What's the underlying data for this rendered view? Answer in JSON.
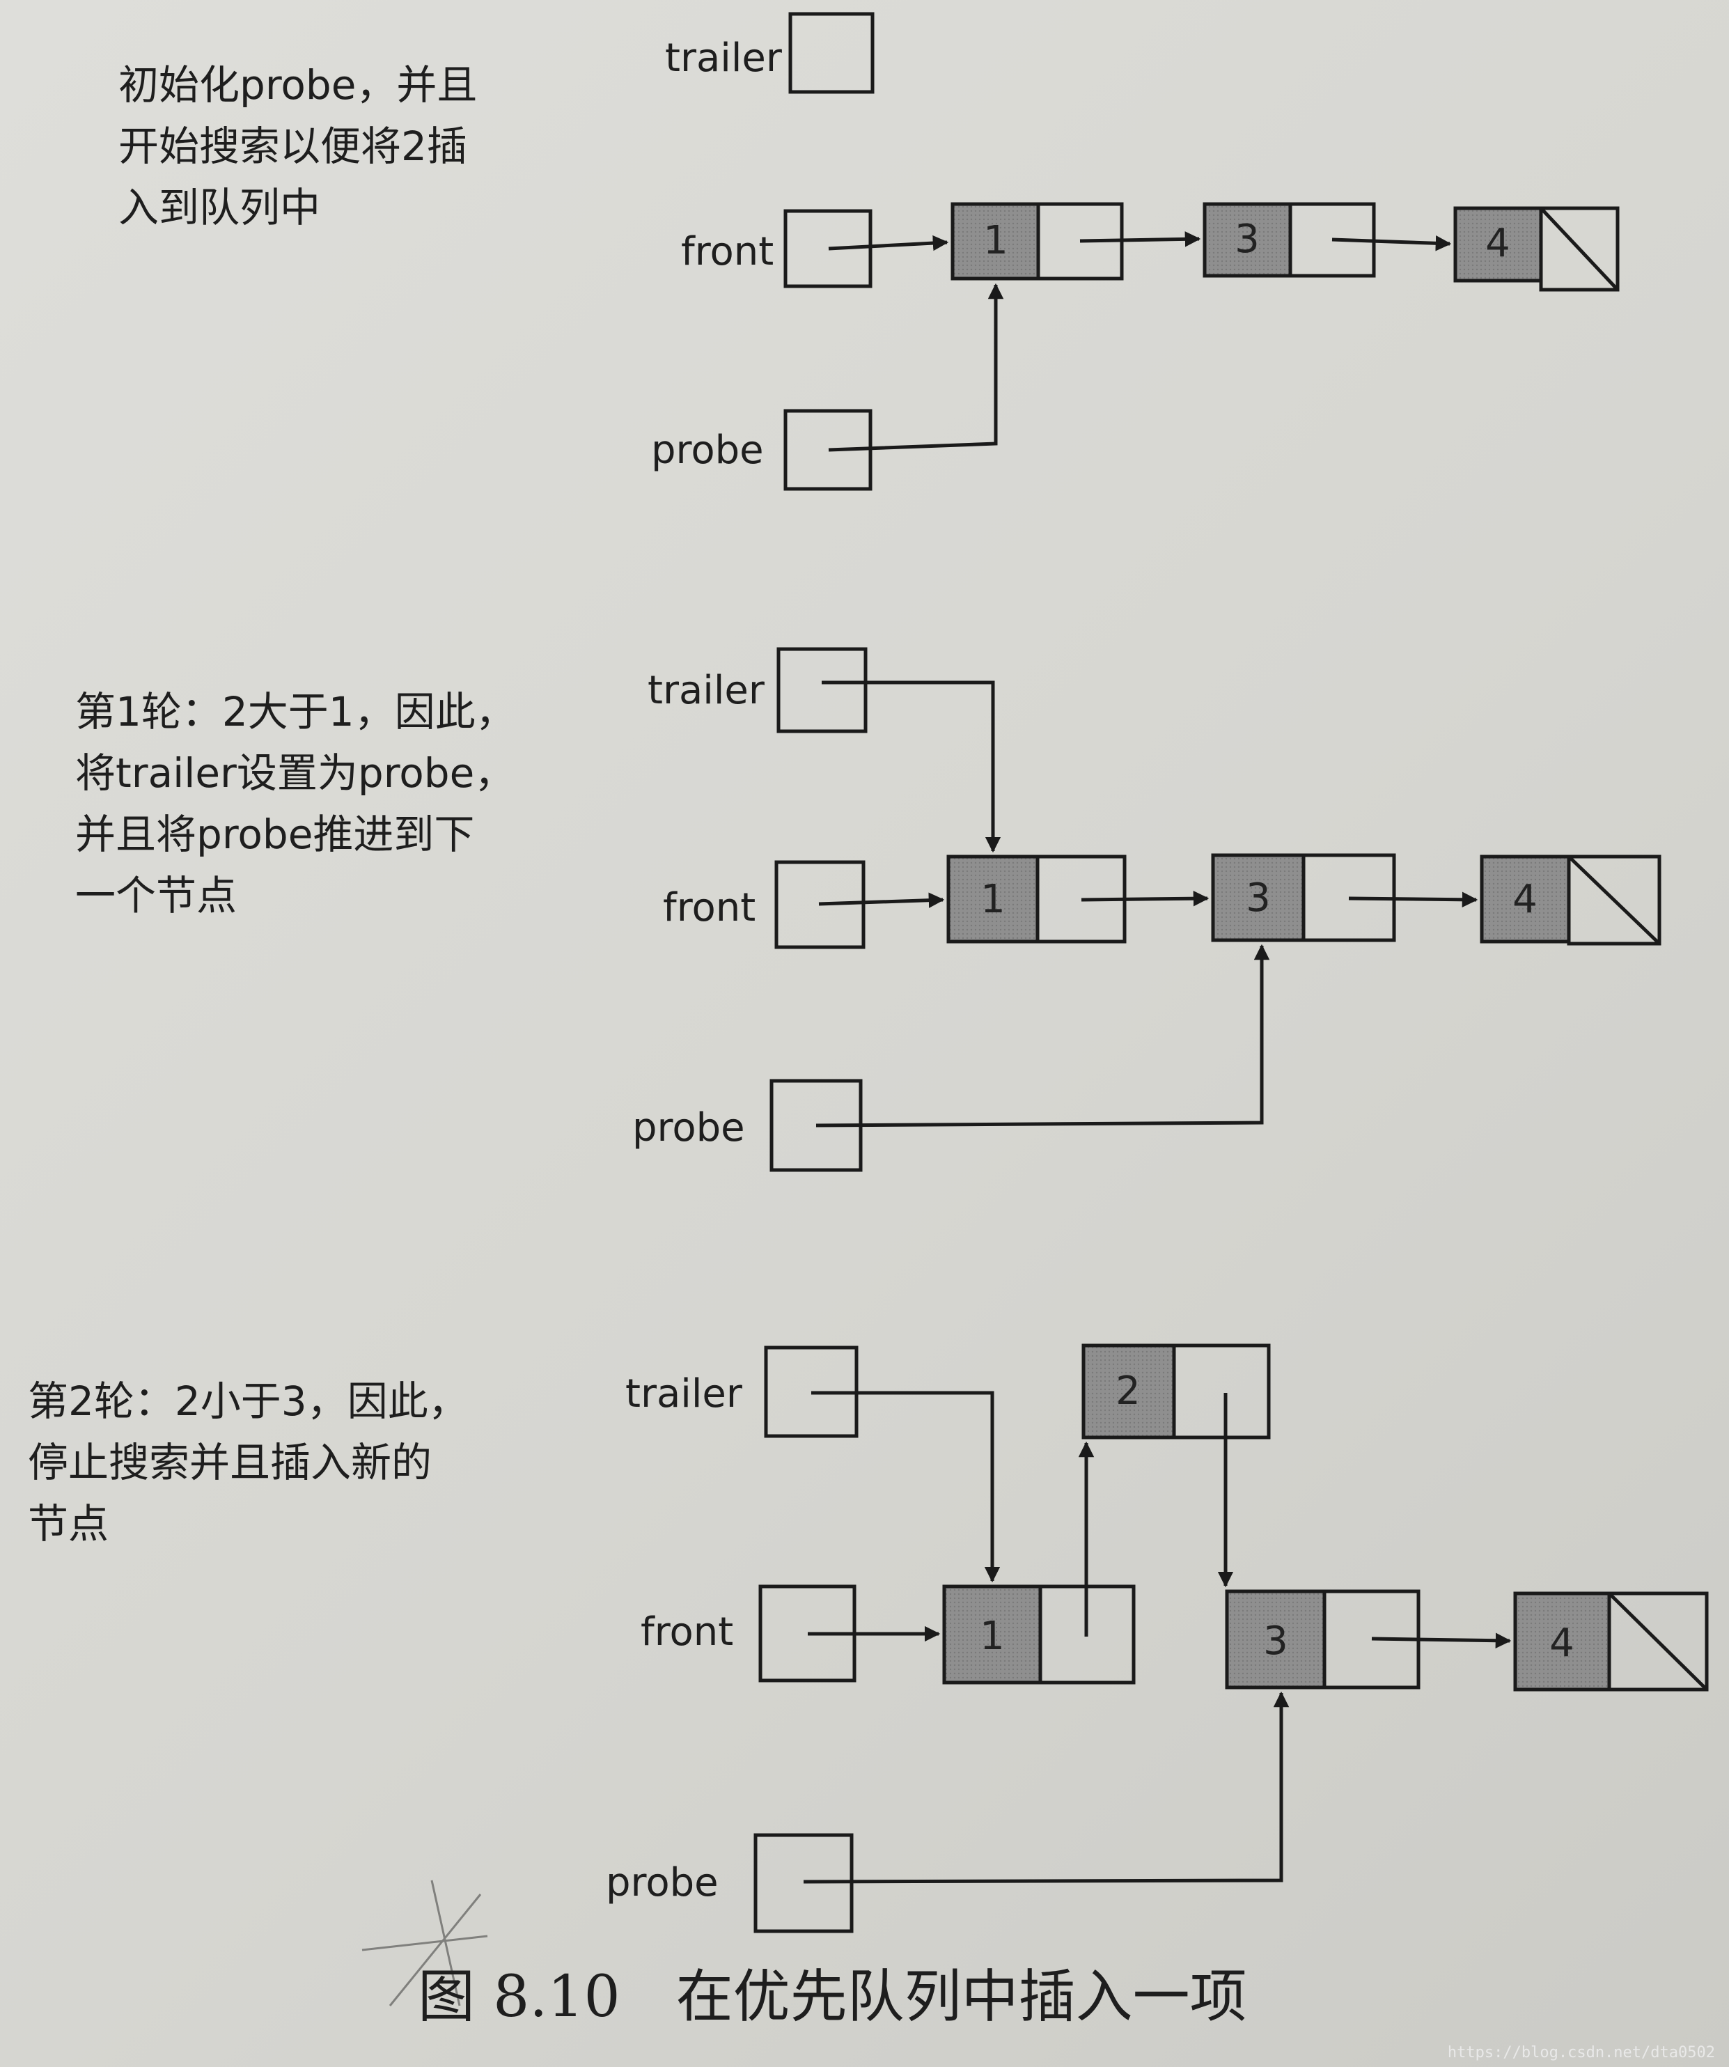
{
  "notes": [
    {
      "lines": [
        "初始化probe，并且",
        "开始搜索以便将2插",
        "入到队列中"
      ]
    },
    {
      "lines": [
        "第1轮：2大于1，因此，",
        "将trailer设置为probe，",
        "并且将probe推进到下",
        "一个节点"
      ]
    },
    {
      "lines": [
        "第2轮：2小于3，因此，",
        "停止搜索并且插入新的",
        "节点"
      ]
    }
  ],
  "labels": {
    "trailer": "trailer",
    "front": "front",
    "probe": "probe"
  },
  "nodes": {
    "n1": "1",
    "n2": "2",
    "n3": "3",
    "n4": "4"
  },
  "figure": {
    "number": "图 8.10",
    "title": "在优先队列中插入一项"
  },
  "watermark": "https://blog.csdn.net/dta0502",
  "colors": {
    "node_fill": "#8f8f8f",
    "line": "#1a1a1a",
    "paper": "#dcdcd8"
  }
}
